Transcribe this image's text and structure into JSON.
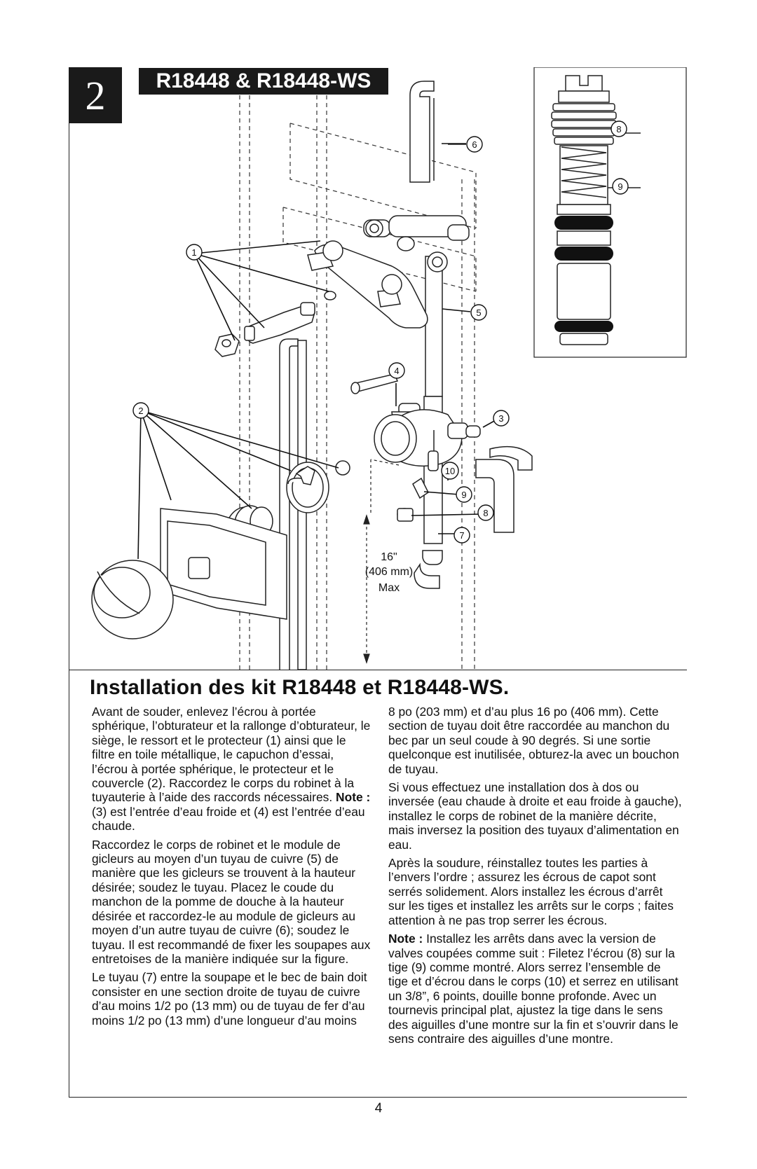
{
  "step": {
    "number": "2",
    "models": "R18448 & R18448-WS"
  },
  "diagram": {
    "callouts": [
      "1",
      "2",
      "3",
      "4",
      "5",
      "6",
      "7",
      "8",
      "9",
      "10",
      "8",
      "9"
    ],
    "dimension": {
      "line1": "16\"",
      "line2": "(406 mm)",
      "line3": "Max"
    }
  },
  "section": {
    "title": "Installation des kit R18448 et R18448-WS.",
    "left_column": {
      "p1_part1": "Avant de souder, enlevez l’écrou à portée sphérique, l’obturateur et la rallonge d’obturateur, le siège, le ressort et le protecteur (1) ainsi que le filtre en toile métallique, le capuchon d’essai, l’écrou à portée sphérique, le protecteur et le couvercle (2). Raccordez le corps du robinet à la tuyauterie à l’aide des raccords nécessaires.",
      "p1_note_label": "Note :",
      "p1_part2": "(3) est l’entrée d’eau froide et (4) est l’entrée d’eau chaude.",
      "p2": "Raccordez le corps de robinet et le module de gicleurs au moyen d’un tuyau de cuivre (5) de manière que les gicleurs se trouvent à la hauteur désirée; soudez le tuyau. Placez le coude du manchon de la pomme de douche à la hauteur désirée et raccordez-le au module de gicleurs au moyen d’un autre tuyau de cuivre (6); soudez le tuyau. Il est recommandé de fixer les soupapes aux entretoises de la manière indiquée sur la figure.",
      "p3": "Le tuyau (7) entre la soupape et le bec de bain doit consister en une section droite de tuyau de cuivre d’au moins 1/2 po (13 mm) ou de tuyau de fer d’au moins 1/2 po (13 mm) d’une longueur d’au moins"
    },
    "right_column": {
      "p1": "8 po (203 mm) et d’au plus 16 po (406 mm). Cette section de tuyau doit être raccordée au manchon du bec par un seul coude à 90 degrés. Si une sortie quelconque est inutilisée, obturez-la avec un bouchon de tuyau.",
      "p2": "Si vous effectuez une installation dos à dos ou inversée (eau chaude à droite et eau froide à gauche), installez le corps de robinet de la manière décrite, mais inversez la position des tuyaux d’alimentation en eau.",
      "p3": "Après la soudure, réinstallez toutes les parties à l’envers l’ordre ; assurez les écrous de capot sont serrés solidement. Alors installez les écrous d’arrêt sur les tiges et installez les arrêts sur le corps ; faites attention à ne pas trop serrer les écrous.",
      "p4_note_label": "Note :",
      "p4_text": "Installez les arrêts dans avec la version de valves coupées comme suit : Filetez l’écrou (8) sur la tige (9) comme montré. Alors serrez l’ensemble de tige et d’écrou dans le corps (10) et serrez en utilisant un 3/8”, 6 points, douille bonne profonde. Avec un tournevis principal plat, ajustez la tige dans le sens des aiguilles d’une montre sur la fin et s’ouvrir dans le sens contraire des aiguilles d’une montre."
    }
  },
  "page_number": "4"
}
